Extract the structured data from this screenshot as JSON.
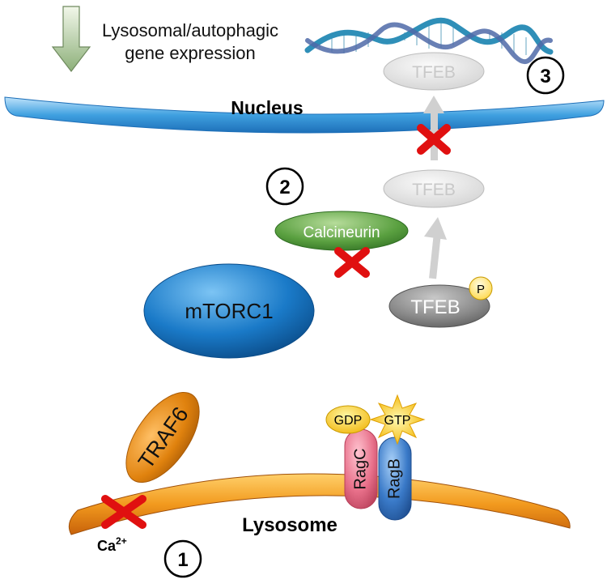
{
  "header": {
    "arrow_icon": "down-arrow-icon",
    "expression_line1": "Lysosomal/autophagic",
    "expression_line2": "gene expression"
  },
  "labels": {
    "nucleus": "Nucleus",
    "lysosome": "Lysosome",
    "calcium_base": "Ca",
    "calcium_charge": "2+"
  },
  "molecules": {
    "tfeb_nuclear": "TFEB",
    "tfeb_cytosolic": "TFEB",
    "tfeb_phospho": "TFEB",
    "phosphate": "P",
    "calcineurin": "Calcineurin",
    "mtorc1": "mTORC1",
    "traf6": "TRAF6",
    "ragc": "RagC",
    "ragb": "RagB",
    "gdp": "GDP",
    "gtp": "GTP"
  },
  "steps": [
    "1",
    "2",
    "3"
  ],
  "colors": {
    "nucleus_membrane": "#3fa0e0",
    "lysosome_membrane": "#e8840e",
    "calcineurin": "#5aa040",
    "mtorc1": "#1a7ac8",
    "traf6": "#e0820e",
    "ragc": "#e0708a",
    "ragb": "#3a7ac8",
    "inhibition_cross": "#e01010",
    "tfeb_faded": "#d8d8d8",
    "tfeb_phospho": "#8a8a8a",
    "phosphate": "#ffe070"
  }
}
